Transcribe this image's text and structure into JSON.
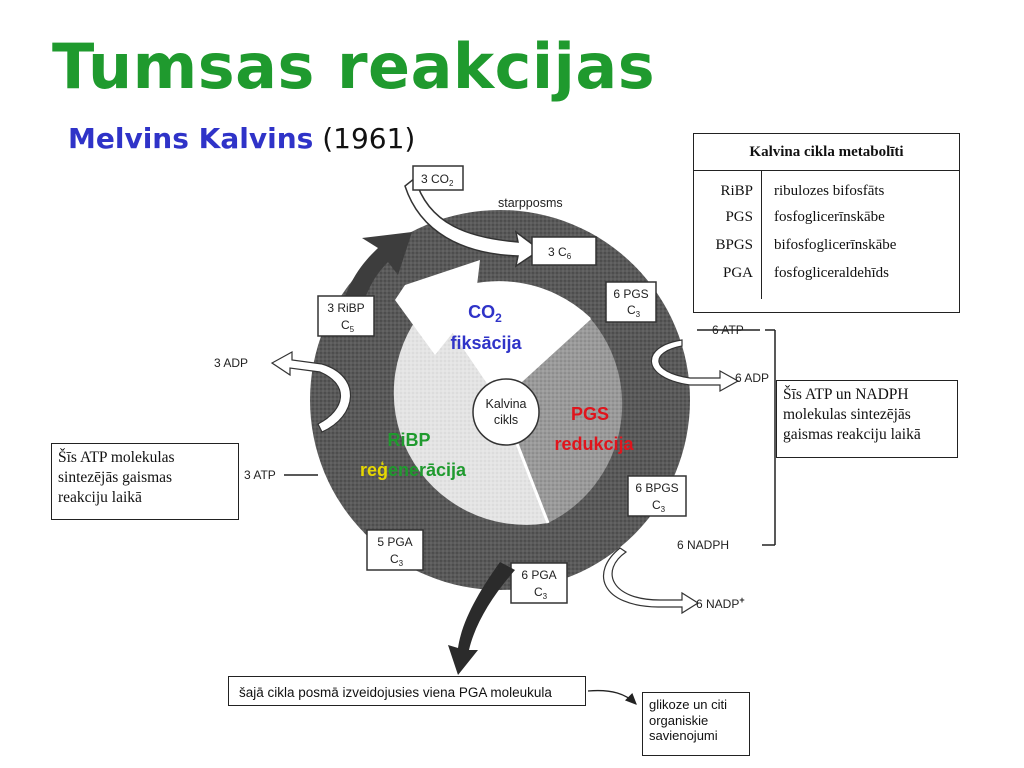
{
  "title": "Tumsas reakcijas",
  "subtitle": {
    "author": "Melvins Kalvins",
    "year": "(1961)"
  },
  "legend": {
    "heading": "Kalvina cikla metabolīti",
    "rows": [
      {
        "abbr": "RiBP",
        "full": "ribulozes bifosfāts"
      },
      {
        "abbr": "PGS",
        "full": "fosfoglicerīnskābe"
      },
      {
        "abbr": "BPGS",
        "full": "bifosfoglicerīnskābe"
      },
      {
        "abbr": "PGA",
        "full": "fosfogliceraldehīds"
      }
    ]
  },
  "cycle": {
    "center": {
      "line1": "Kalvina",
      "line2": "cikls"
    },
    "phases": {
      "fixation": {
        "line1": "CO",
        "sub": "2",
        "line2": "fiksācija",
        "color": "#2f33c8"
      },
      "reduction": {
        "line1": "PGS",
        "line2": "redukcija",
        "color": "#e0141c"
      },
      "regeneration": {
        "line1": "RiBP",
        "line2_a": "re",
        "line2_b": "ģ",
        "line2_c": "enerācija",
        "color": "#1f9a2e",
        "accent": "#e6d800"
      }
    },
    "boxes": {
      "co2_in": {
        "main": "3 CO",
        "sub": "2"
      },
      "intermediate_label": "starpposms",
      "c6": {
        "main": "3 C",
        "sub": "6"
      },
      "pgs": {
        "line1": "6 PGS",
        "line2": "C",
        "sub": "3"
      },
      "bpgs": {
        "line1": "6 BPGS",
        "line2": "C",
        "sub": "3"
      },
      "pga6": {
        "line1": "6 PGA",
        "line2": "C",
        "sub": "3"
      },
      "pga5": {
        "line1": "5 PGA",
        "line2": "C",
        "sub": "3"
      },
      "ribp": {
        "line1": "3 RiBP",
        "line2": "C",
        "sub": "5"
      }
    },
    "energy": {
      "atp_in": "6 ATP",
      "adp_out": "6 ADP",
      "nadph_in": "6 NADPH",
      "nadp_out": "6 NADP",
      "nadp_sup": "+",
      "atp_left_in": "3 ATP",
      "adp_left_out": "3 ADP"
    }
  },
  "notes": {
    "right": [
      "Šīs ATP un NADPH",
      "molekulas sintezējās",
      "gaismas reakciju laikā"
    ],
    "left": [
      "Šīs ATP molekulas",
      "sintezējās gaismas",
      "reakciju laikā"
    ],
    "bottom": "šajā cikla posmā izveidojusies viena PGA moleukula",
    "result": [
      "glikoze un citi",
      "organiskie",
      "savienojumi"
    ]
  }
}
